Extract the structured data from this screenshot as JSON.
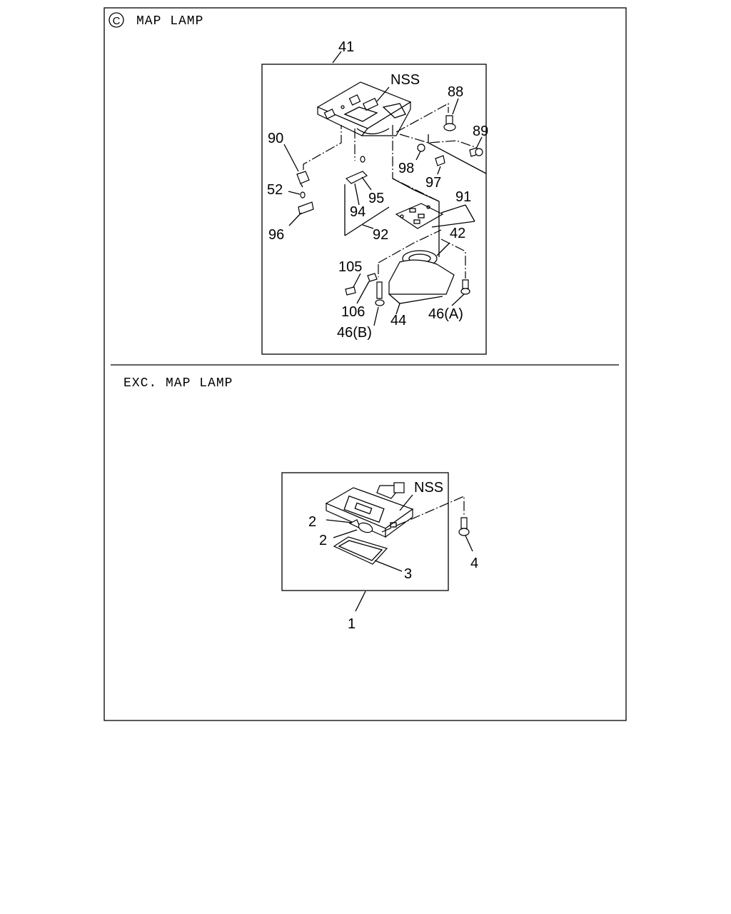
{
  "top_section": {
    "circle_letter": "C",
    "title": "MAP LAMP",
    "callouts": {
      "c41": "41",
      "nss": "NSS",
      "c88": "88",
      "c89": "89",
      "c90": "90",
      "c98": "98",
      "c97": "97",
      "c52": "52",
      "c95": "95",
      "c91": "91",
      "c94": "94",
      "c96": "96",
      "c92": "92",
      "c42": "42",
      "c105": "105",
      "c106": "106",
      "c44": "44",
      "c46a": "46(A)",
      "c46b": "46(B)"
    }
  },
  "bottom_section": {
    "title": "EXC. MAP LAMP",
    "callouts": {
      "nss": "NSS",
      "c2a": "2",
      "c2b": "2",
      "c3": "3",
      "c4": "4",
      "c1": "1"
    }
  }
}
